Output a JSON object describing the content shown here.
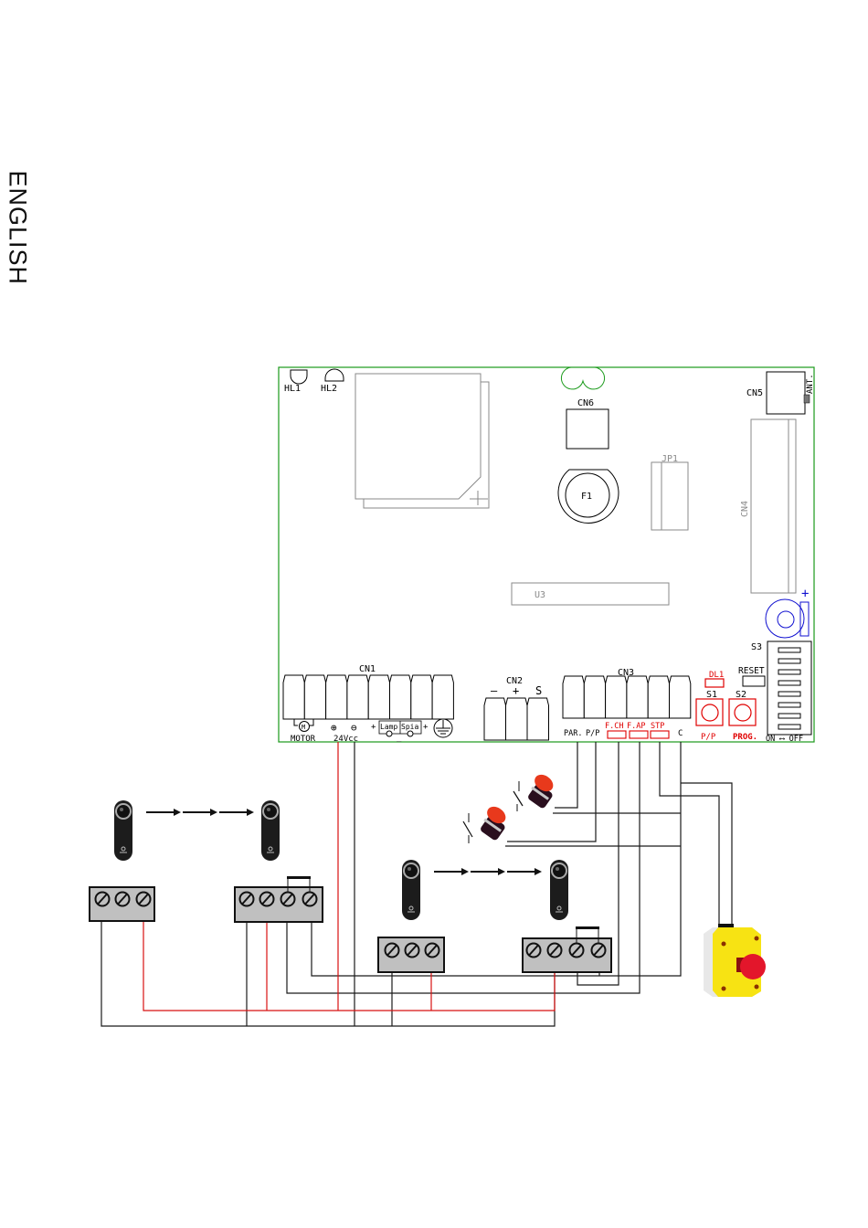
{
  "page": {
    "side_label": "ENGLISH"
  },
  "board": {
    "leds": [
      "HL1",
      "HL2"
    ],
    "connectors": {
      "cn1": "CN1",
      "cn2": "CN2",
      "cn3": "CN3",
      "cn4": "CN4",
      "cn5": "CN5",
      "cn6": "CN6"
    },
    "fuse": "F1",
    "jumper": "JP1",
    "chip": "U3",
    "dip_switch": "S3",
    "dip_on_off": "ON ⟷ OFF",
    "dip_count": 8,
    "antenna": "ANT.",
    "cn1_labels": {
      "motor": "MOTOR",
      "plus_symbol": "⊕",
      "minus_symbol": "⊖",
      "voltage": "24Vcc",
      "lamp": "Lamp",
      "spia": "Spia",
      "plus": "+",
      "minus": "_"
    },
    "cn2_labels": [
      "–",
      "+",
      "S"
    ],
    "cn3_labels": [
      "PAR.",
      "P/P",
      "F.CH",
      "F.AP",
      "STP",
      "C"
    ],
    "buttons": {
      "s1": "S1",
      "s2": "S2",
      "s1_func": "P/P",
      "s2_func": "PROG.",
      "dl1": "DL1",
      "reset": "RESET"
    },
    "battery": {
      "plus": "+",
      "minus": "–"
    }
  },
  "peripherals": {
    "photocell_pair_1": {
      "tx": "photocell transmitter",
      "rx": "photocell receiver",
      "tx_terminals": 3,
      "rx_terminals": 4
    },
    "photocell_pair_2": {
      "tx": "photocell transmitter",
      "rx": "photocell receiver",
      "tx_terminals": 3,
      "rx_terminals": 4
    },
    "pushbuttons": [
      "P/P pushbutton",
      "PAR. pushbutton"
    ],
    "emergency_stop": "emergency stop button"
  },
  "colors": {
    "pcb_outline": "#1a9a1a",
    "silk": "#000000",
    "gray_part": "#8a8a8a",
    "red_label": "#e00000",
    "blue_part": "#1010d0",
    "wire_black": "#1a1a1a",
    "wire_red": "#d81010",
    "terminal_fill": "#c0c0c0"
  }
}
